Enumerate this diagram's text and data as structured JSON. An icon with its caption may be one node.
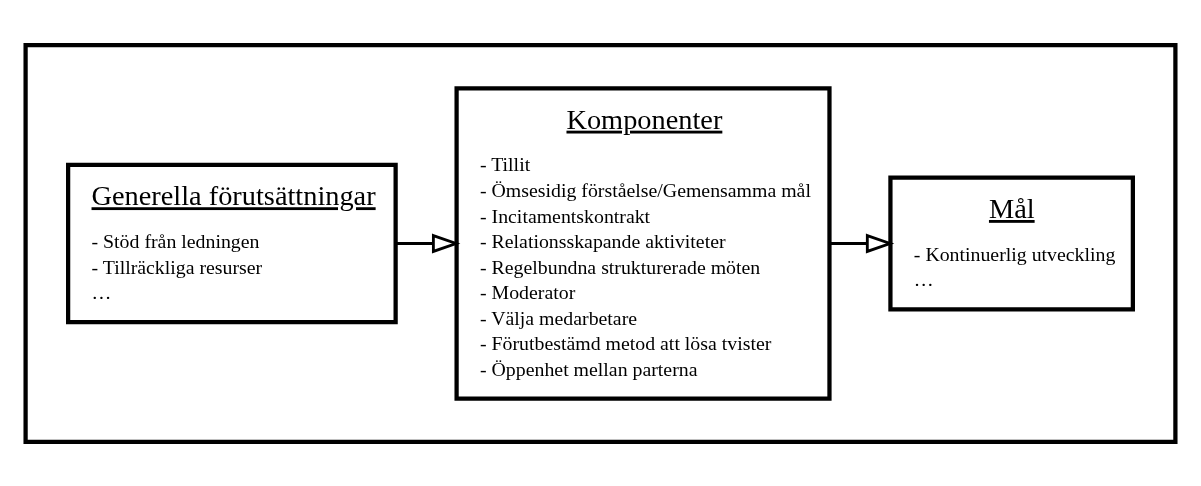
{
  "diagram": {
    "nodes": [
      {
        "text": [],
        "shape": "box"
      },
      {
        "text": [
          "Generella förutsättningar",
          "- Stöd från ledningen",
          "- Tillräckliga resurser",
          "…"
        ],
        "in": 0
      },
      {
        "text": [
          "Komponenter",
          "- Tillit",
          "- Ömsesidig förståelse/Gemensamma mål",
          "- Incitamentskontrakt",
          "- Relationsskapande aktiviteter",
          "- Regelbundna strukturerade möten",
          "- Moderator",
          "- Välja medarbetare",
          "- Förutbestämd metod att lösa tvister",
          "- Öppenhet mellan parterna"
        ],
        "in": 0
      },
      {
        "text": [
          "Mål",
          "- Kontinuerlig utveckling",
          "…"
        ],
        "in": 0
      }
    ],
    "edges": [
      {
        "from": 1,
        "to": 2,
        "arrow": "to"
      },
      {
        "from": 2,
        "to": 3,
        "arrow": "to"
      }
    ]
  }
}
